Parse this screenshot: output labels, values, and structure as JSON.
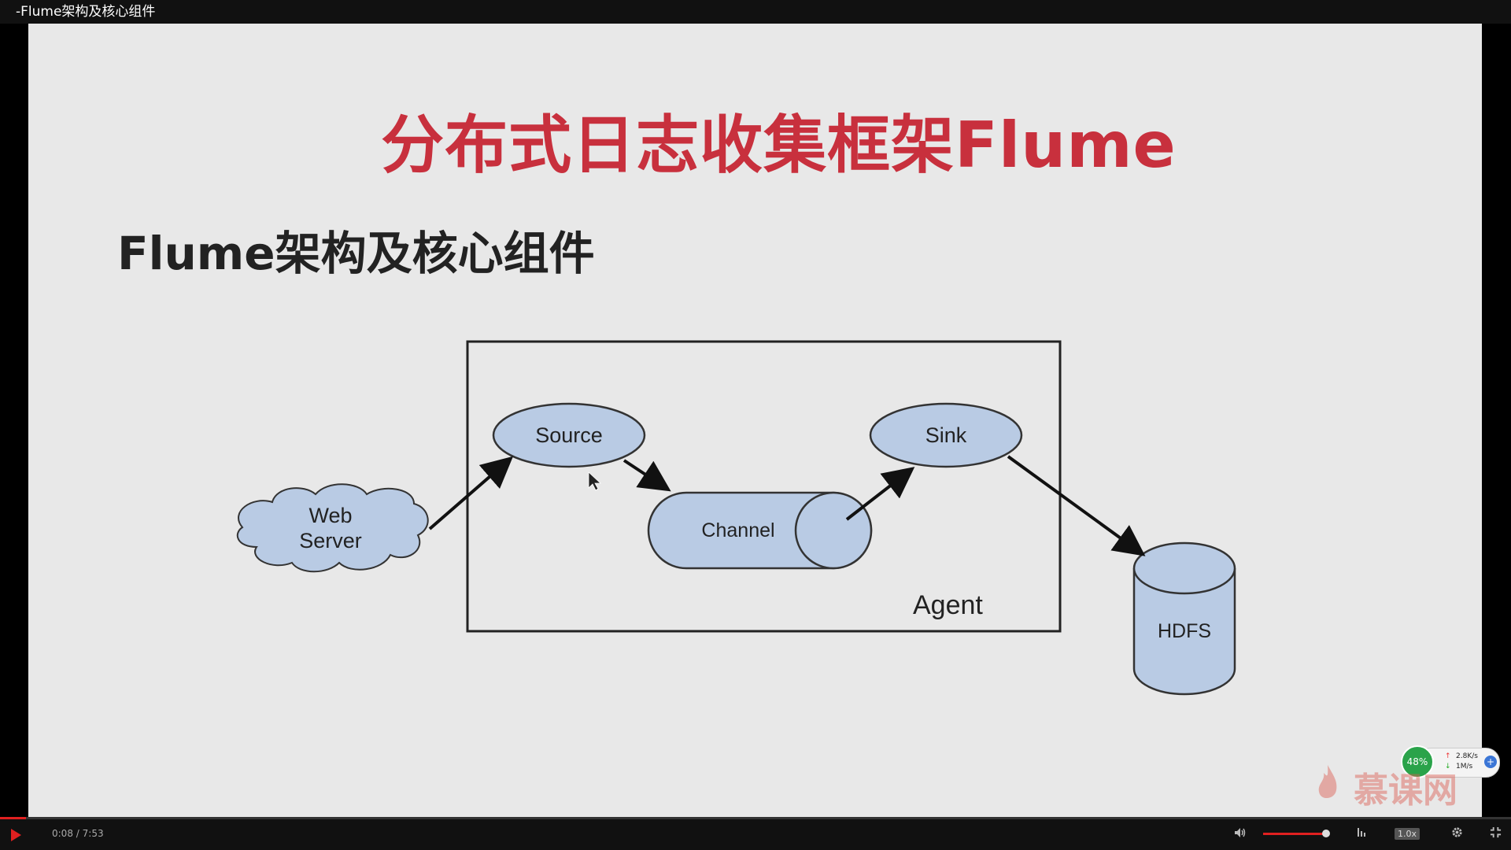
{
  "window": {
    "title": "-Flume架构及核心组件"
  },
  "slide": {
    "title": "分布式日志收集框架Flume",
    "section_title": "Flume架构及核心组件"
  },
  "diagram": {
    "agent_label": "Agent",
    "source_label": "Source",
    "channel_label": "Channel",
    "sink_label": "Sink",
    "hdfs_label": "HDFS",
    "web_server_line1": "Web",
    "web_server_line2": "Server",
    "node_fill": "#b9cbe4"
  },
  "player": {
    "current_time": "0:08",
    "separator": "/",
    "duration": "7:53",
    "progress_fraction": 0.017,
    "speed": "1.0x",
    "accent_color": "#e02020"
  },
  "net_monitor": {
    "percent": "48%",
    "upload": "2.8K/s",
    "download": "1M/s",
    "up_arrow": "↑",
    "down_arrow": "↓",
    "plus": "+"
  },
  "watermark": {
    "text": "慕课网"
  },
  "icons": {
    "play": "play-icon",
    "volume": "volume-icon",
    "stats": "bar-chart-icon",
    "settings": "gear-icon",
    "fullscreen": "fullscreen-exit-icon"
  }
}
